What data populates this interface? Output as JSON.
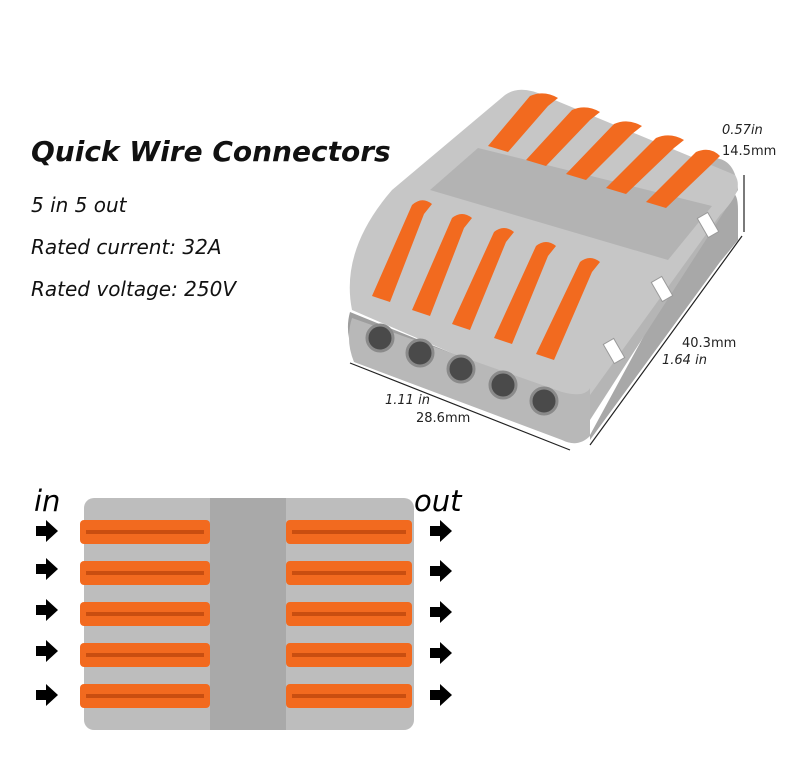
{
  "product": {
    "title": "Quick Wire Connectors",
    "specs": [
      "5 in 5 out",
      "Rated current: 32A",
      "Rated voltage: 250V"
    ]
  },
  "dimensions": {
    "height_in": "0.57in",
    "height_mm": "14.5mm",
    "depth_mm": "40.3mm",
    "depth_in": "1.64 in",
    "width_in": "1.11 in",
    "width_mm": "28.6mm"
  },
  "diagram": {
    "in_label": "in",
    "out_label": "out",
    "lever_count": 5
  },
  "colors": {
    "housing": "#bdbdbd",
    "housing_dark": "#9e9e9e",
    "lever": "#f26a1f",
    "lever_dark": "#c94e10",
    "arrow": "#000000"
  }
}
